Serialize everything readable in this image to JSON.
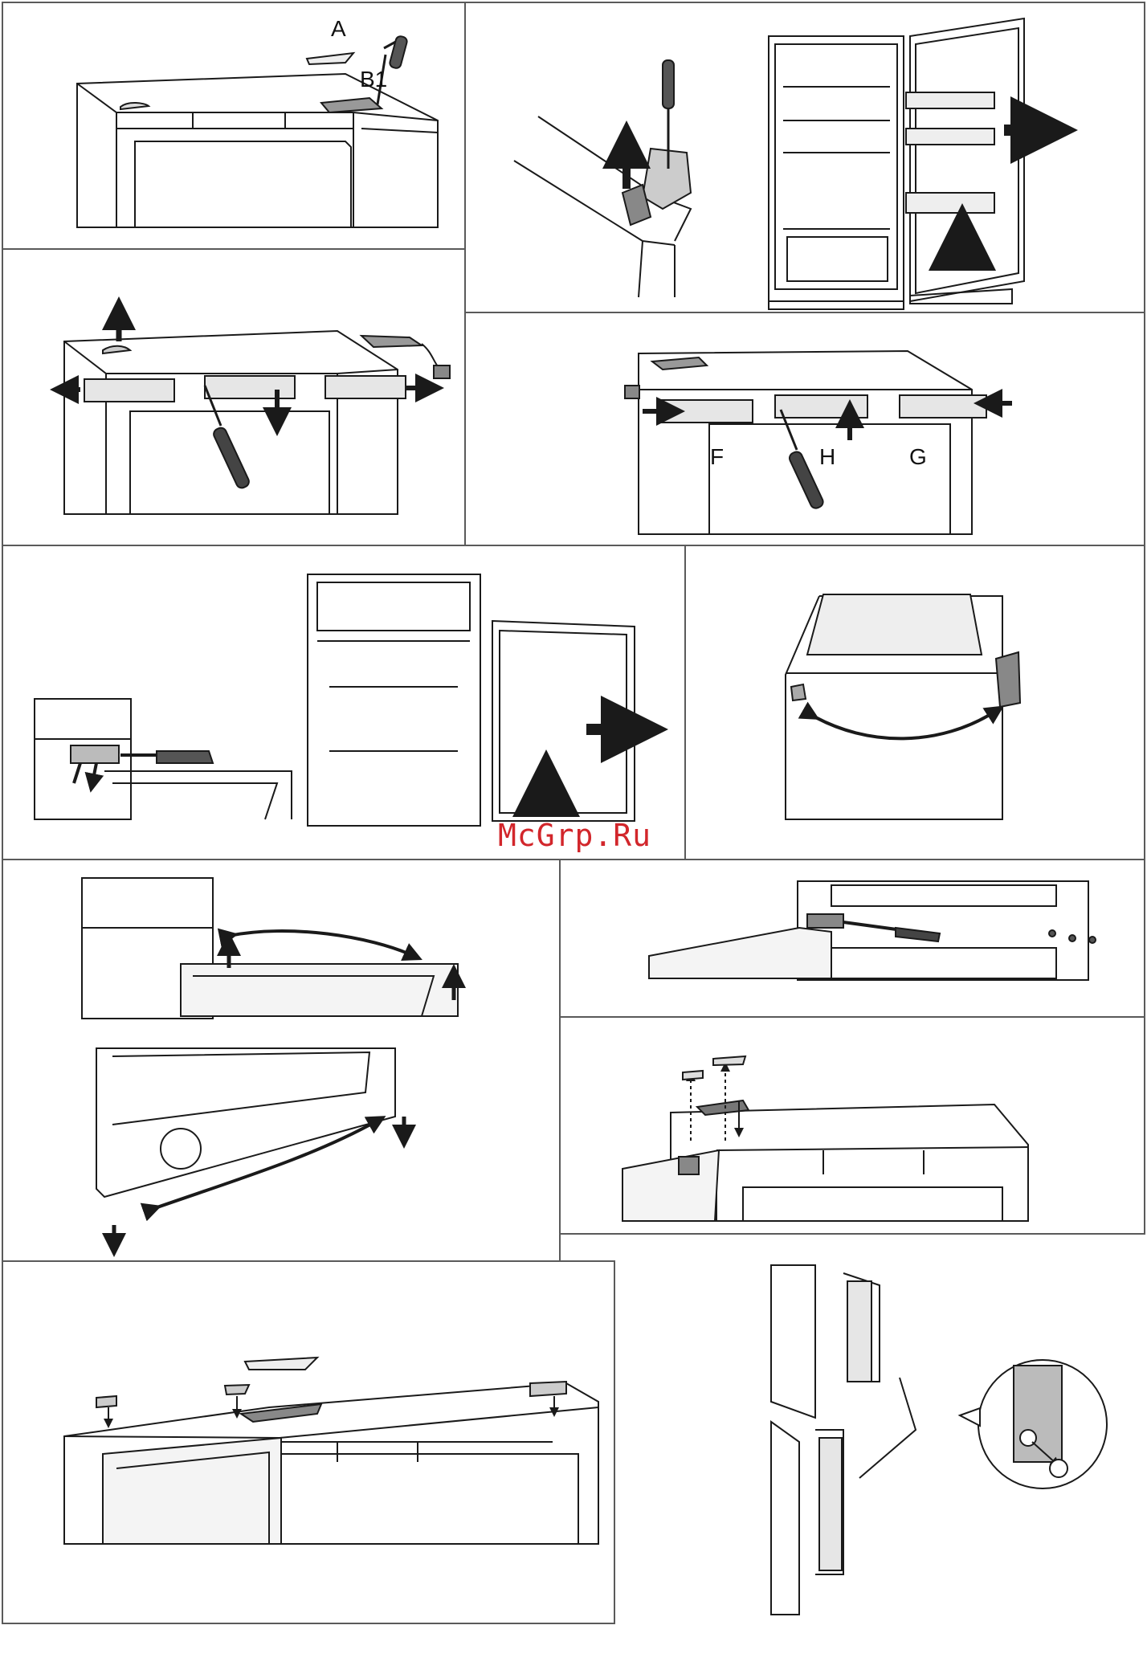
{
  "figure_labels": {
    "hinge_cover": "A",
    "hinge": "B1",
    "panel_left": "F",
    "panel_middle": "H",
    "panel_right": "G"
  },
  "watermark": "McGrp.Ru",
  "colors": {
    "line": "#1a1a1a",
    "panel_fill": "#e6e6e6",
    "border": "#5a5a5a",
    "watermark": "#d2262b"
  }
}
